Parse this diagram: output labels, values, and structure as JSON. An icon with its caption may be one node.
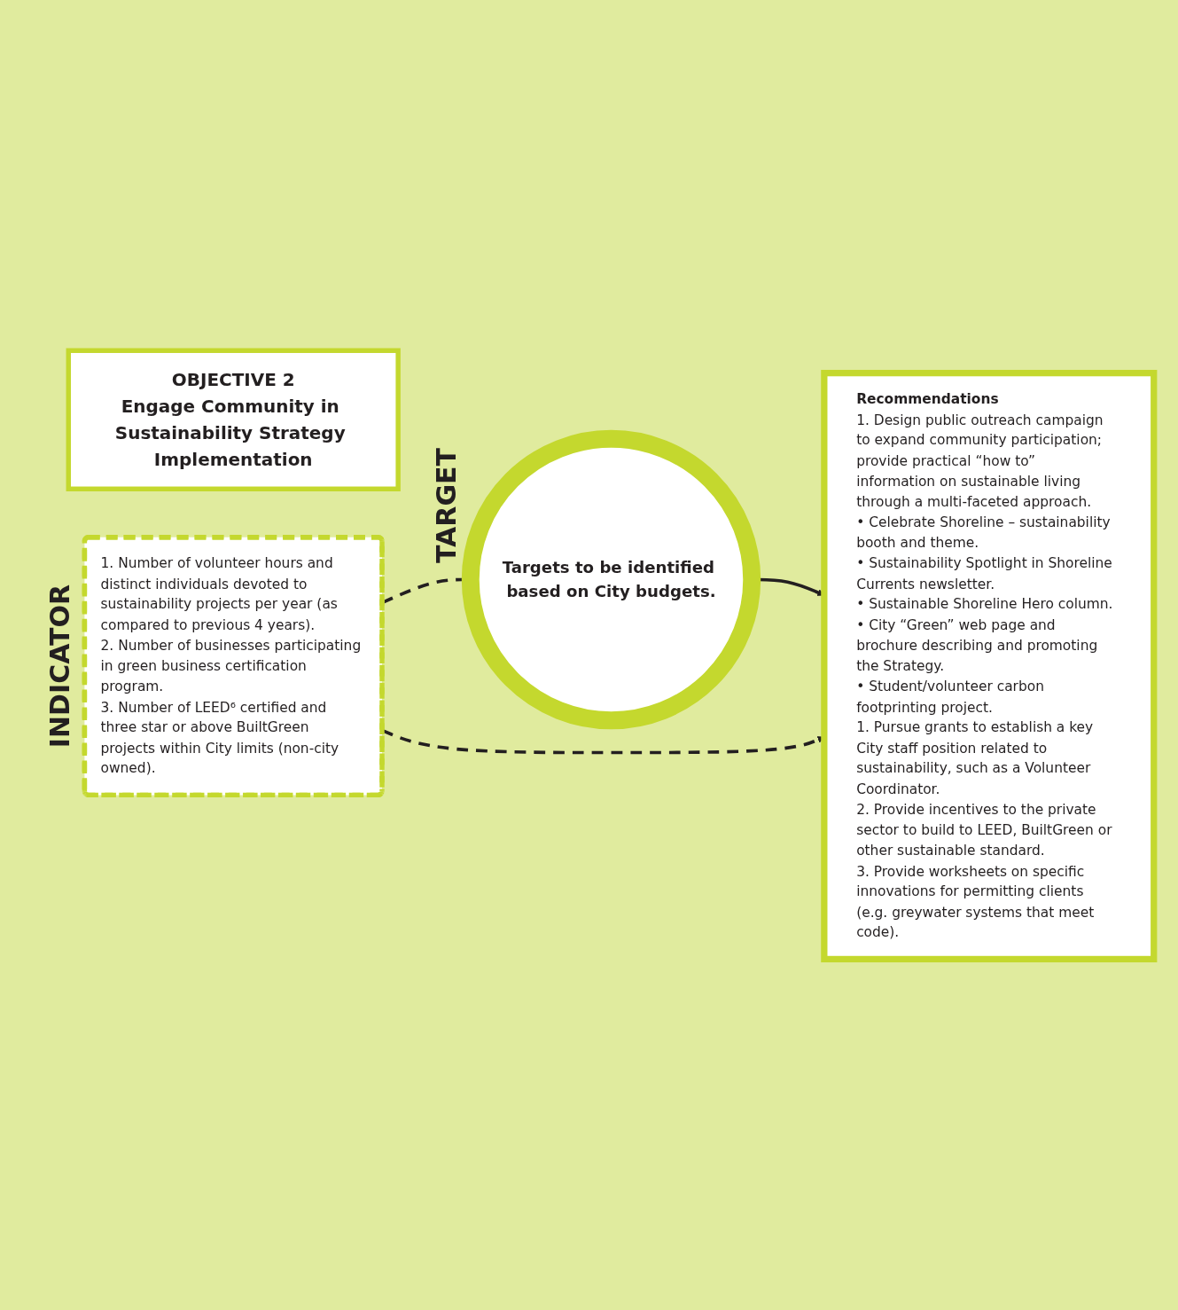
{
  "diagram": {
    "nodes": [
      {
        "text": [
          "OBJECTIVE 2",
          "Engage Community in Sustainability Strategy Implementation"
        ]
      },
      {
        "text": [
          "Targets to be identified based on City budgets."
        ],
        "beside": [
          "TARGET"
        ]
      },
      {
        "text": [
          "1. Number of volunteer hours and distinct individuals devoted to sustainability projects per year (as compared to previous 4 years).",
          "2. Number of businesses participating in green business certification program.",
          "3. Number of LEED⁶ certified and three star or above BuiltGreen projects within City limits (non-city owned)."
        ],
        "beside": [
          "INDICATOR"
        ]
      },
      {
        "text": [
          "Recommendations",
          "1. Design public outreach campaign to expand community participation; provide practical “how to” information on sustainable living through a multi-faceted approach.",
          "• Celebrate Shoreline – sustainability booth and theme.",
          "• Sustainability Spotlight in Shoreline Currents newsletter.",
          "• Sustainable Shoreline Hero column.",
          "• City “Green” web page and brochure describing and promoting the Strategy.",
          "• Student/volunteer carbon footprinting project.",
          "1. Pursue grants to establish a key City staff position related to sustainability, such as a Volunteer Coordinator.",
          "2. Provide incentives to the private sector to build to LEED, BuiltGreen or other sustainable standard.",
          "3. Provide worksheets on specific innovations for permitting clients (e.g. greywater systems that meet code)."
        ]
      }
    ],
    "edges": [
      {
        "from": 2,
        "to": 1,
        "arrow": "to",
        "style": "dashed"
      },
      {
        "from": 1,
        "to": 3,
        "arrow": "to"
      },
      {
        "from": 2,
        "to": 3,
        "arrow": "to",
        "style": "dashed"
      }
    ]
  }
}
